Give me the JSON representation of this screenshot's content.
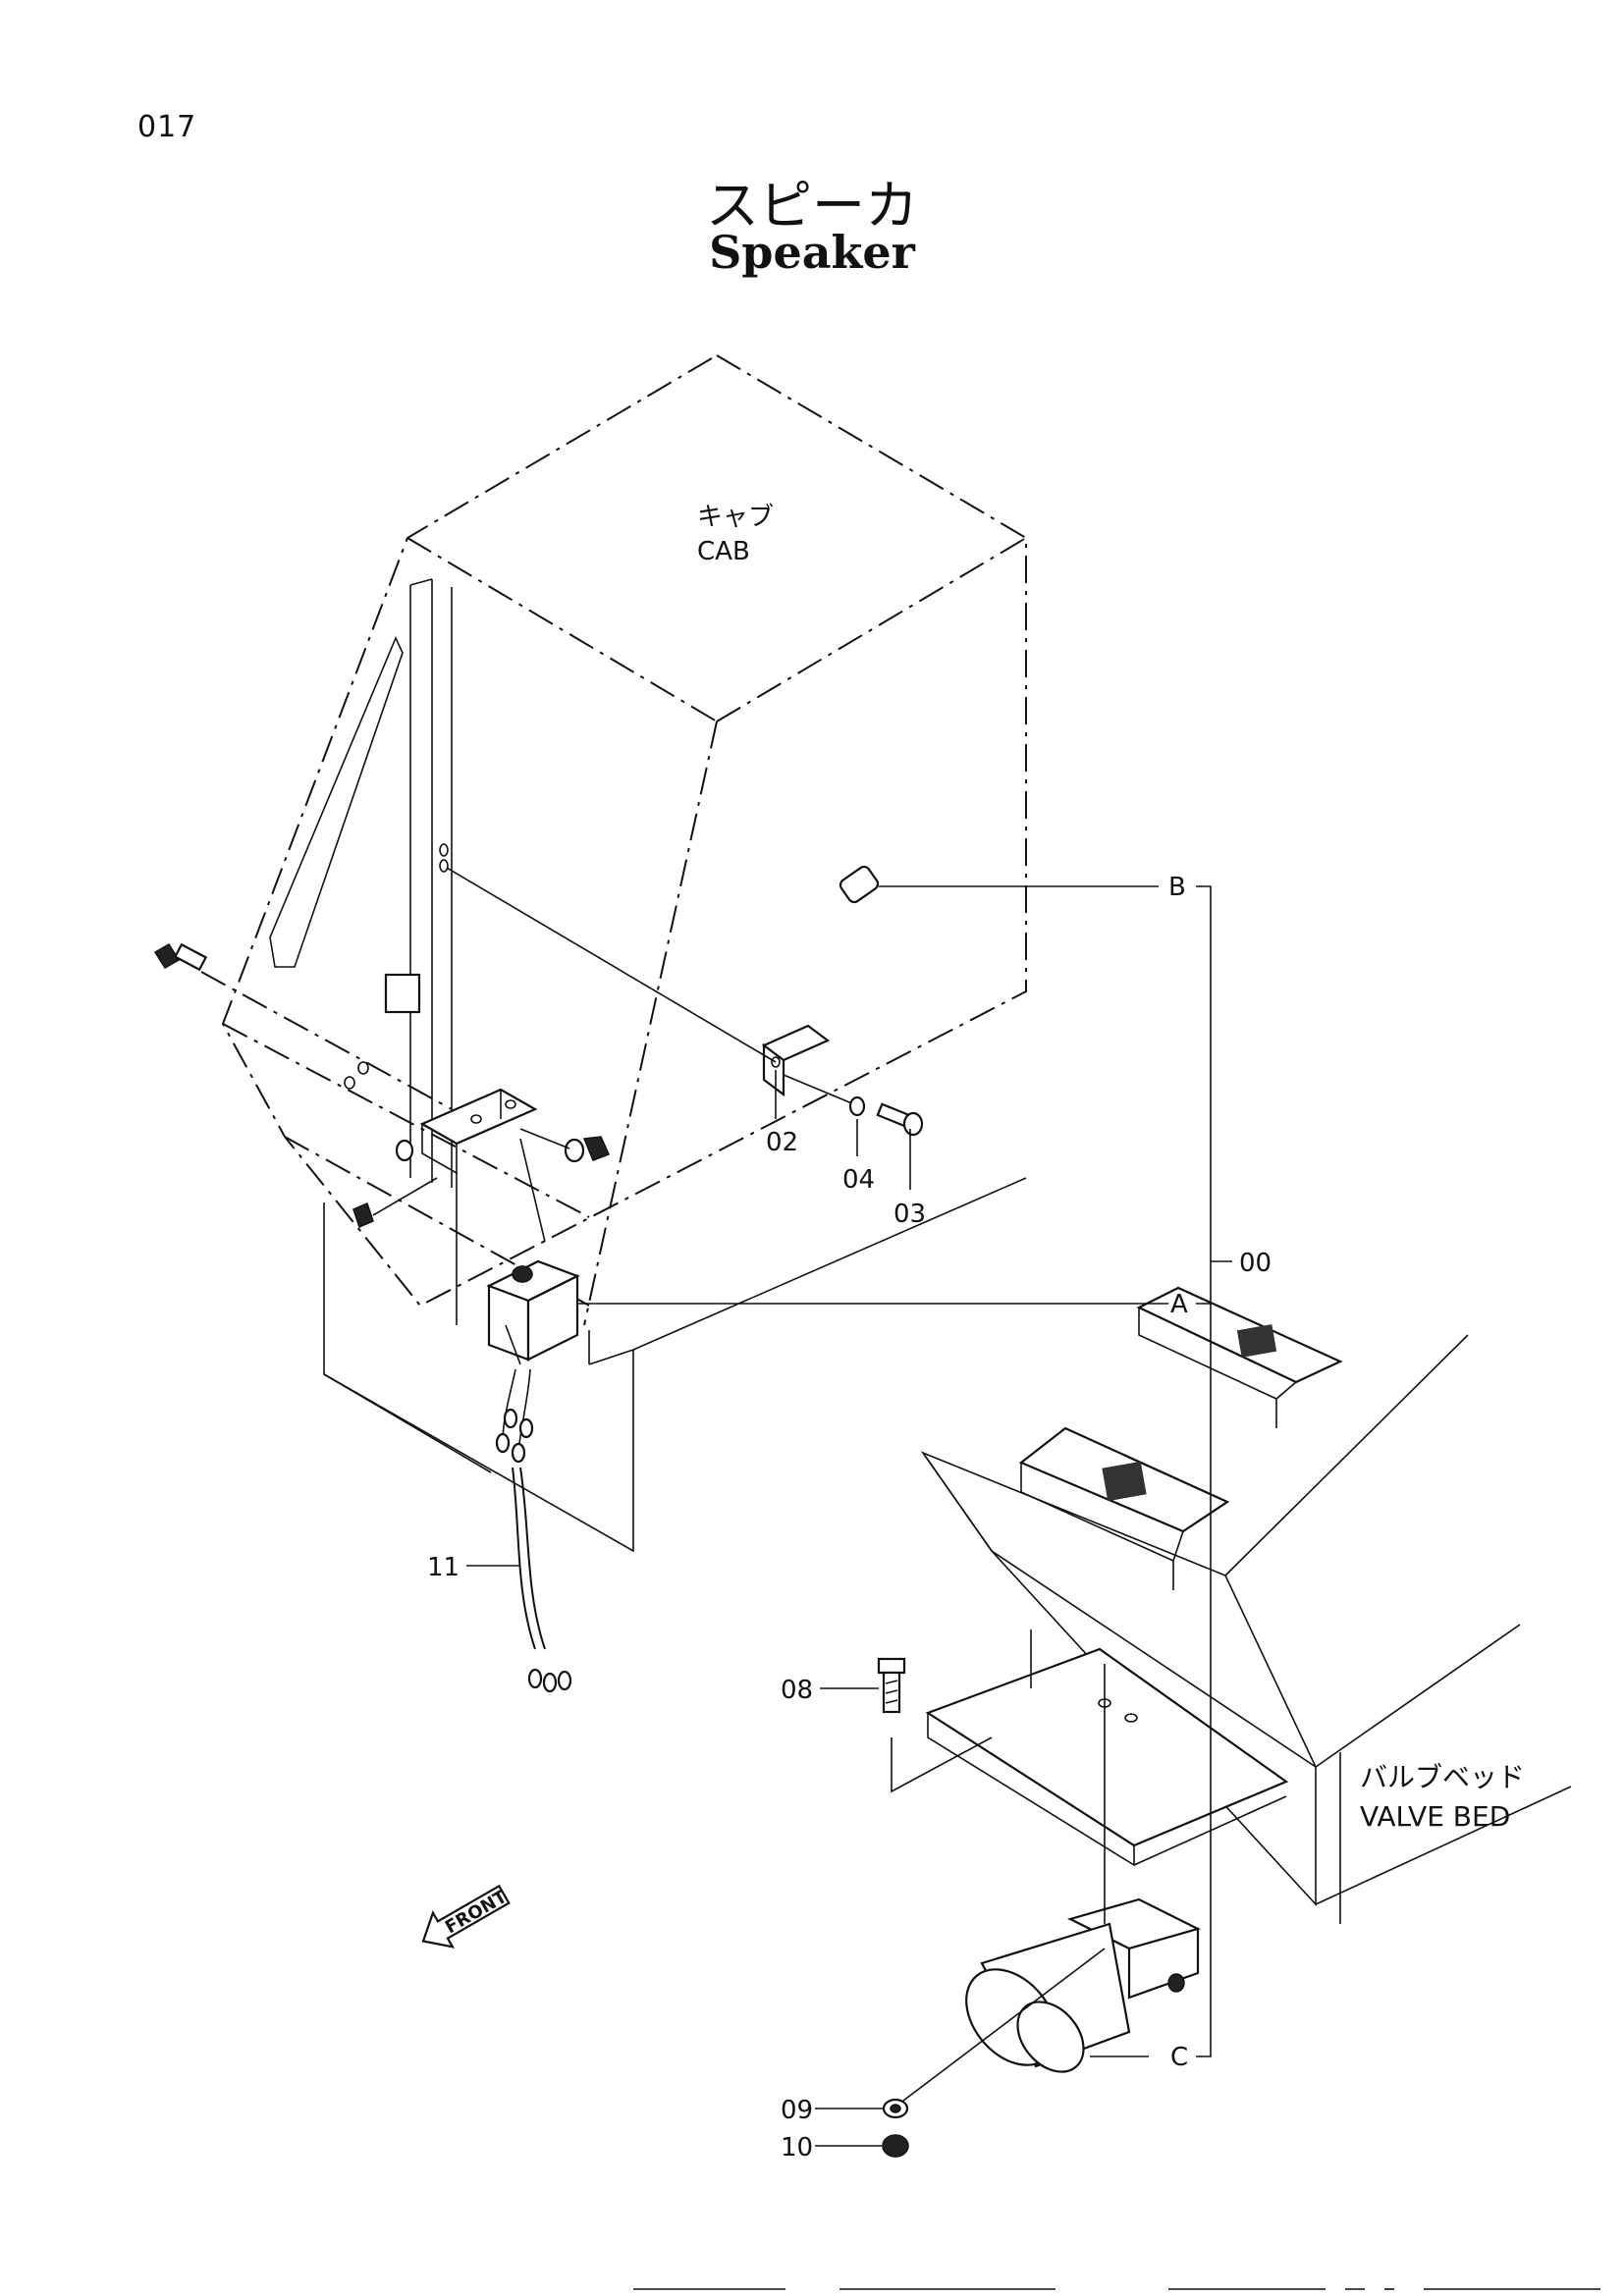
{
  "page": {
    "number": "017",
    "title_jp": "スピーカ",
    "title_en": "Speaker"
  },
  "areas": {
    "cab_jp": "キャブ",
    "cab_en": "CAB",
    "valve_bed_jp": "バルブベッド",
    "valve_bed_en": "VALVE BED"
  },
  "callouts": {
    "p00": "00",
    "p02": "02",
    "p03": "03",
    "p04": "04",
    "p08": "08",
    "p09": "09",
    "p10": "10",
    "p11": "11",
    "ref_a": "A",
    "ref_b": "B",
    "ref_c": "C"
  },
  "front_arrow": "FRONT"
}
